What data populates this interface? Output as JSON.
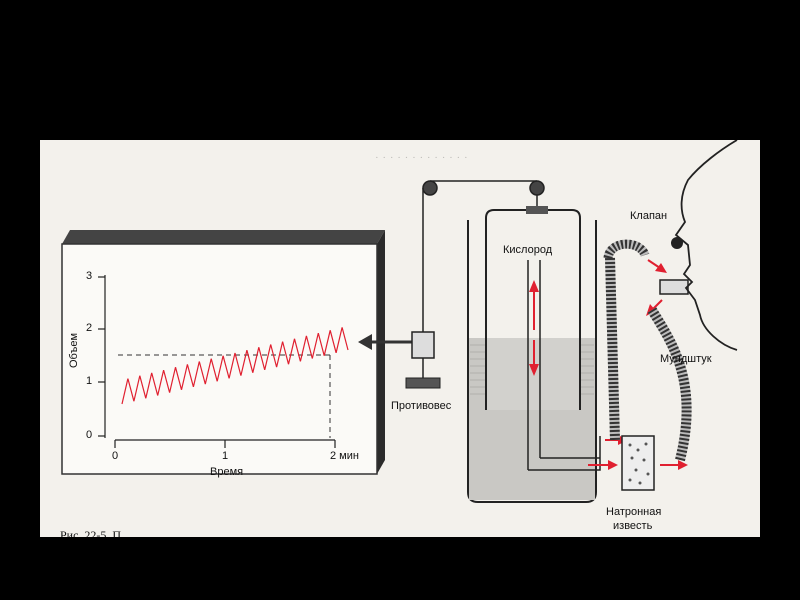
{
  "diagram": {
    "chart": {
      "y_axis_label": "Объем",
      "x_axis_label": "Время",
      "y_ticks": [
        "0",
        "1",
        "2",
        "3"
      ],
      "x_ticks": [
        "0",
        "1",
        "2 мин"
      ]
    },
    "labels": {
      "oxygen": "Кислород",
      "valve": "Клапан",
      "mouthpiece": "Мундштук",
      "counterweight": "Противовес",
      "soda_lime_line1": "Натронная",
      "soda_lime_line2": "известь"
    },
    "caption": "Рис. 22-5. П"
  },
  "colors": {
    "trace": "#e02030",
    "arrow": "#e02030",
    "ink": "#222222",
    "paper": "#f3f1ec"
  }
}
